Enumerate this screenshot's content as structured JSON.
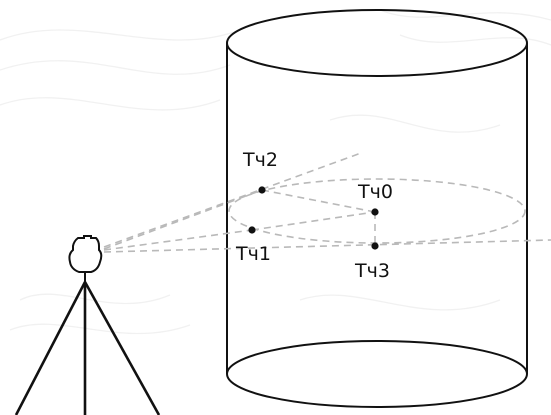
{
  "points": [
    {
      "id": "p0",
      "label": "Тч0"
    },
    {
      "id": "p1",
      "label": "Тч1"
    },
    {
      "id": "p2",
      "label": "Тч2"
    },
    {
      "id": "p3",
      "label": "Тч3"
    }
  ],
  "colors": {
    "stroke": "#111111",
    "dashed": "#b9b9b9",
    "background": "#ffffff"
  }
}
